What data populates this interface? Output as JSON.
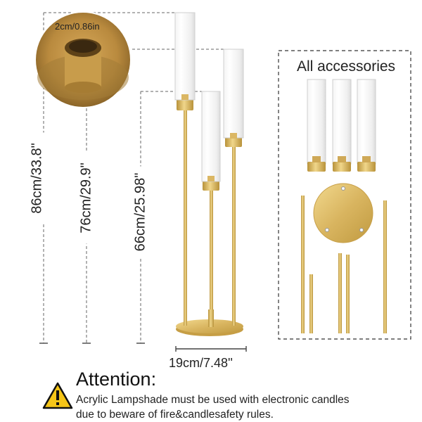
{
  "dimensions": {
    "opening_diameter": "2cm/0.86in",
    "height_tallest": "86cm/33.8\"",
    "height_middle": "76cm/29.9\"",
    "height_short": "66cm/25.98\"",
    "base_width": "19cm/7.48''"
  },
  "accessories": {
    "title": "All accessories"
  },
  "warning": {
    "title": "Attention:",
    "line1": "Acrylic Lampshade must be used with electronic candles",
    "line2": "due to beware of fire&candlesafety rules."
  },
  "colors": {
    "gold": "#d7b45a",
    "gold_dark": "#a88430",
    "dashed": "#555555",
    "warning_yellow": "#f5c518"
  },
  "icons": [
    "warning-icon"
  ]
}
